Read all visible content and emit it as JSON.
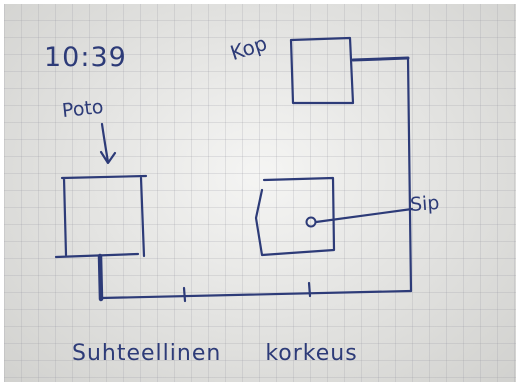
{
  "labels": {
    "time": "10:39",
    "pot": "Poto",
    "kop": "Kop",
    "sip": "Sip",
    "caption_word1": "Suhteellinen",
    "caption_word2": "korkeus"
  },
  "colors": {
    "ink": "#2d3b78",
    "paper": "#e9e9e6",
    "grid": "#9696a0"
  }
}
